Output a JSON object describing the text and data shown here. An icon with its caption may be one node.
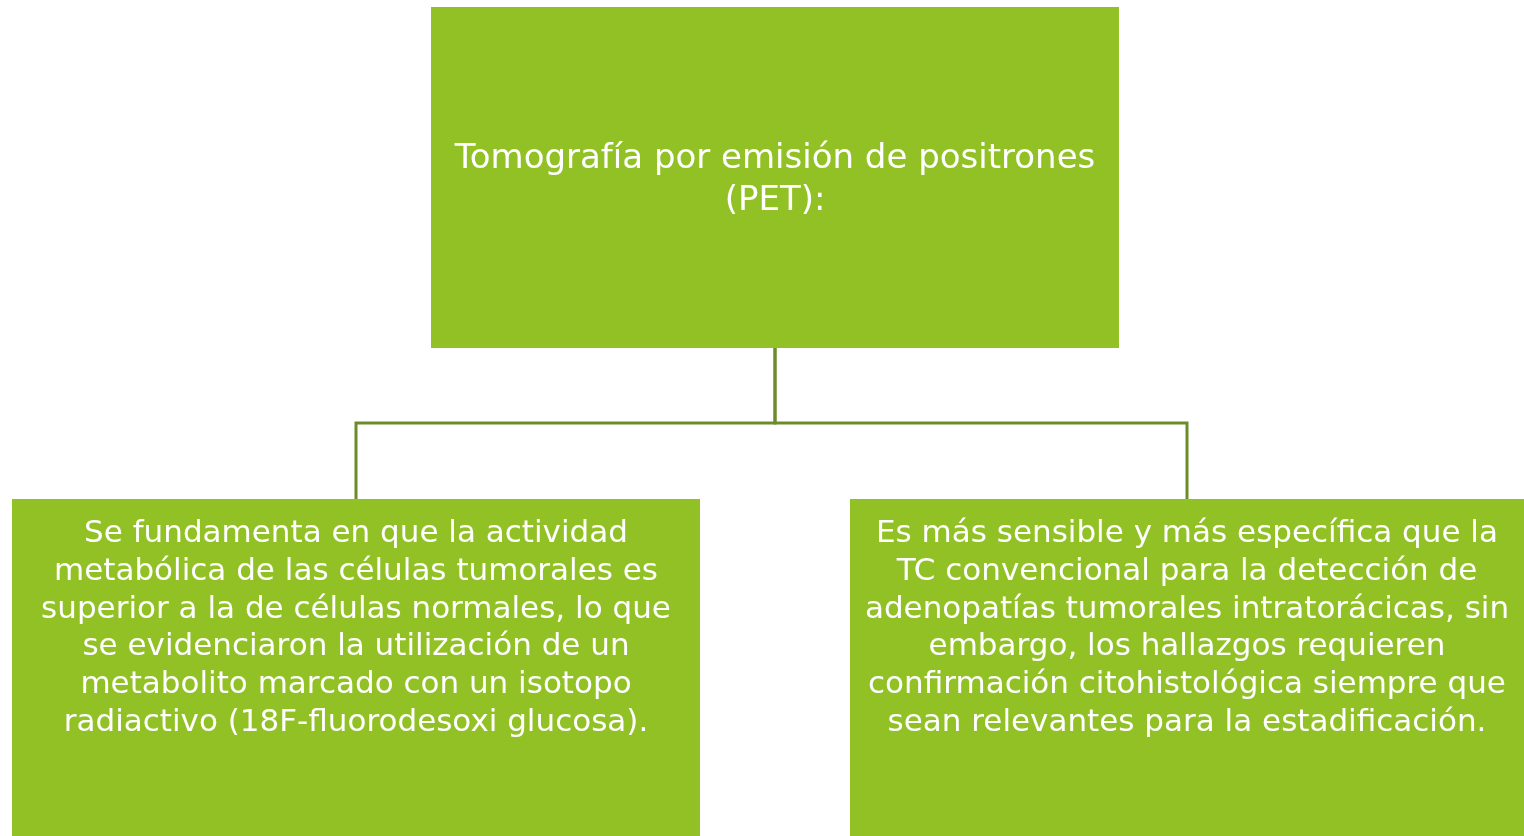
{
  "diagram": {
    "nodes": [
      {
        "text": [
          "Tomografía por emisión de positrones (PET):"
        ]
      },
      {
        "text": [
          "Se fundamenta en que la actividad metabólica de las células tumorales es superior a la de células normales, lo que se evidenciaron la utilización de un metabolito marcado con un isotopo radiactivo (18F-fluorodesoxi glucosa)."
        ]
      },
      {
        "text": [
          "Es más sensible y más específica que la TC convencional para la detección de adenopatías tumorales intratorácicas, sin embargo, los hallazgos requieren confirmación citohistológica siempre que sean relevantes para la estadificación."
        ]
      }
    ],
    "edges": [
      {
        "from": 0,
        "to": 1,
        "arrow": "none"
      },
      {
        "from": 0,
        "to": 2,
        "arrow": "none"
      }
    ]
  }
}
